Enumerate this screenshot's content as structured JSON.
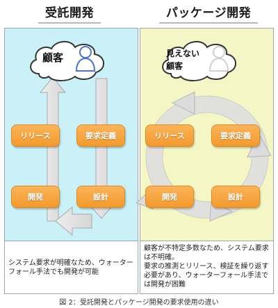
{
  "headers": {
    "left_title": "受託開発",
    "right_title": "パッケージ開発"
  },
  "left_panel": {
    "cloud_label": "顧客",
    "boxes": {
      "release": "リリース",
      "requirements": "要求定義",
      "development": "開発",
      "design": "設計"
    },
    "description": "システム要求が明確なため、ウォーターフォール手法でも開発が可能"
  },
  "right_panel": {
    "cloud_label": "見えない\n顧客",
    "boxes": {
      "release": "リリース",
      "requirements": "要求定義",
      "development": "開発",
      "design": "設計"
    },
    "description": "顧客が不特定多数なため、システム要求は不明確。\n要求の推測とリリース、検証を繰り返す必要があり、ウォーターフォール手法では開発が困難"
  },
  "caption": "図 2：受託開発とパッケージ開発の要求使用の違い",
  "colors": {
    "left_background": "#c9f1f7",
    "right_background": "#f4f7c5",
    "box_orange": "#f7a640",
    "arrow_gray": "#e6e6e6",
    "cycle_gray": "#dcdcdc",
    "person_blue": "#4a74c9",
    "person_faint": "#d0d0d0"
  },
  "icons": {
    "left_person": "person-outline-icon",
    "right_person": "faded-person-icon"
  }
}
